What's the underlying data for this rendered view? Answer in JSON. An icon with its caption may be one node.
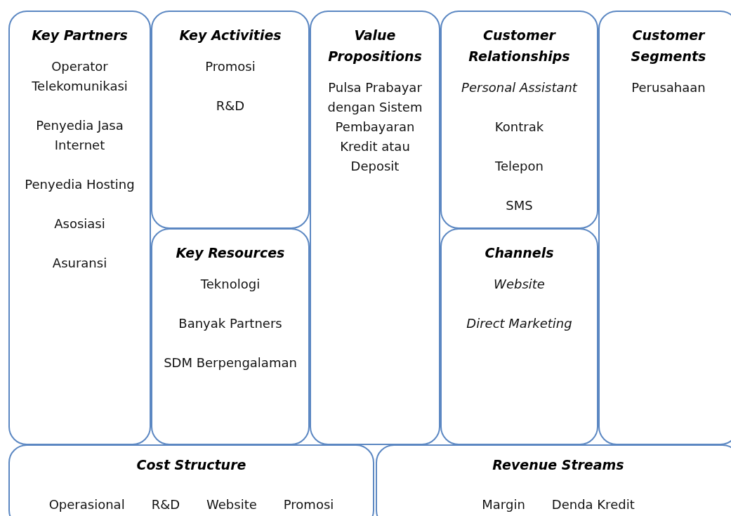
{
  "diagram": {
    "nodes": [
      {
        "text": [
          "Key Partners",
          "Operator Telekomunikasi",
          "Penyedia Jasa Internet",
          "Penyedia Hosting",
          "Asosiasi",
          "Asuransi"
        ]
      },
      {
        "text": [
          "Key Activities",
          "Promosi",
          "R&D"
        ]
      },
      {
        "text": [
          "Key Resources",
          "Teknologi",
          "Banyak Partners",
          "SDM Berpengalaman"
        ]
      },
      {
        "text": [
          "Value Propositions",
          "Pulsa Prabayar dengan Sistem Pembayaran Kredit atau Deposit"
        ]
      },
      {
        "text": [
          "Customer Relationships",
          "Personal Assistant",
          "Kontrak",
          "Telepon",
          "SMS"
        ]
      },
      {
        "text": [
          "Channels",
          "Website",
          "Direct Marketing"
        ]
      },
      {
        "text": [
          "Customer Segments",
          "Perusahaan"
        ]
      },
      {
        "text": [
          "Cost Structure",
          "Operasional",
          "R&D",
          "Website",
          "Promosi"
        ]
      },
      {
        "text": [
          "Revenue Streams",
          "Margin",
          "Denda Kredit"
        ]
      }
    ]
  }
}
